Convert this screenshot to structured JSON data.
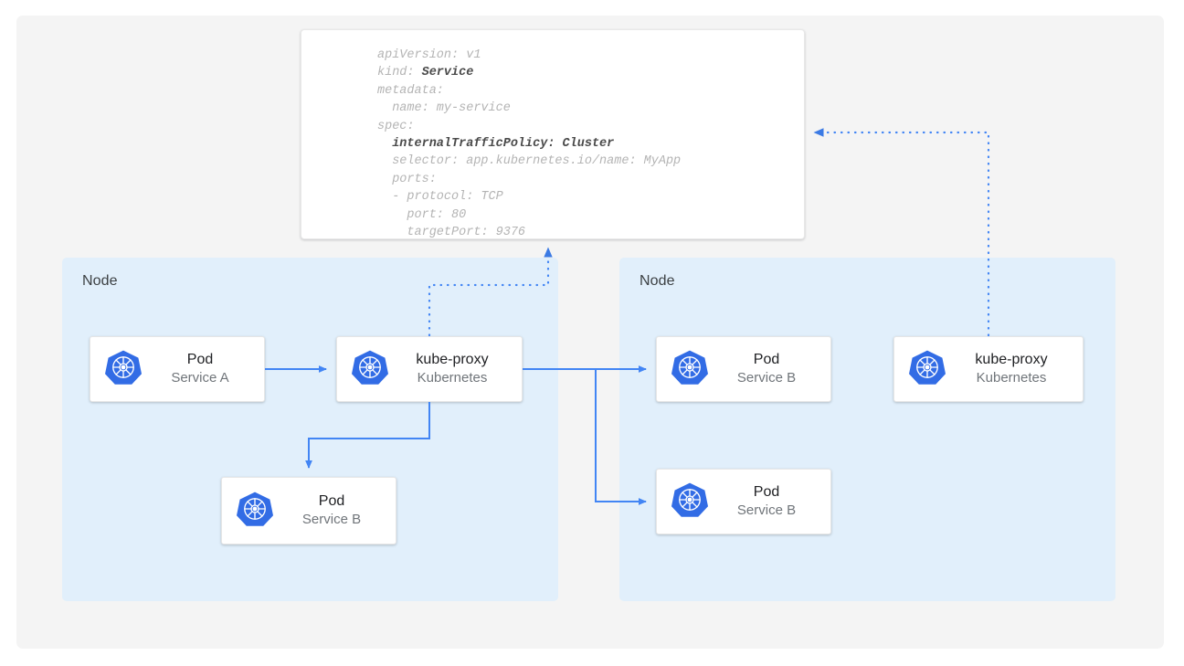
{
  "diagram": {
    "title": "Kubernetes Service internalTrafficPolicy Cluster diagram",
    "colors": {
      "page_background": "#ffffff",
      "panel_background": "#f4f4f4",
      "node_background": "#e1effb",
      "card_background": "#ffffff",
      "arrow_blue": "#4285f4",
      "k8s_logo_blue": "#326ce5",
      "title_text": "#202124",
      "subtitle_text": "#70757a",
      "code_text": "#b4b4b4",
      "code_bold_text": "#4a4a4a"
    }
  },
  "manifest": {
    "icon": "yaml-document",
    "lines": [
      {
        "text": "apiVersion: v1",
        "bold": false
      },
      {
        "text": "kind: ",
        "bold_suffix": "Service"
      },
      {
        "text": "metadata:",
        "bold": false
      },
      {
        "text": "  name: my-service",
        "bold": false
      },
      {
        "text": "spec:",
        "bold": false
      },
      {
        "text": "  internalTrafficPolicy: Cluster",
        "bold": true
      },
      {
        "text": "  selector: app.kubernetes.io/name: MyApp",
        "bold": false
      },
      {
        "text": "  ports:",
        "bold": false
      },
      {
        "text": "  - protocol: TCP",
        "bold": false
      },
      {
        "text": "    port: 80",
        "bold": false
      },
      {
        "text": "    targetPort: 9376",
        "bold": false
      }
    ],
    "plain_text": "apiVersion: v1\nkind: Service\nmetadata:\n  name: my-service\nspec:\n  internalTrafficPolicy: Cluster\n  selector: app.kubernetes.io/name: MyApp\n  ports:\n  - protocol: TCP\n    port: 80\n    targetPort: 9376"
  },
  "nodes": [
    {
      "label": "Node",
      "id": "node-left"
    },
    {
      "label": "Node",
      "id": "node-right"
    }
  ],
  "cards": [
    {
      "id": "pod-service-a",
      "title": "Pod",
      "subtitle": "Service A",
      "icon": "kubernetes-logo"
    },
    {
      "id": "kube-proxy-left",
      "title": "kube-proxy",
      "subtitle": "Kubernetes",
      "icon": "kubernetes-logo"
    },
    {
      "id": "pod-service-b-left",
      "title": "Pod",
      "subtitle": "Service B",
      "icon": "kubernetes-logo"
    },
    {
      "id": "pod-service-b-right-top",
      "title": "Pod",
      "subtitle": "Service B",
      "icon": "kubernetes-logo"
    },
    {
      "id": "pod-service-b-right-bottom",
      "title": "Pod",
      "subtitle": "Service B",
      "icon": "kubernetes-logo"
    },
    {
      "id": "kube-proxy-right",
      "title": "kube-proxy",
      "subtitle": "Kubernetes",
      "icon": "kubernetes-logo"
    }
  ],
  "connectors": [
    {
      "id": "pod-a-to-kube-proxy",
      "style": "solid",
      "from": "pod-service-a",
      "to": "kube-proxy-left"
    },
    {
      "id": "kube-proxy-to-pod-b-left",
      "style": "solid",
      "from": "kube-proxy-left",
      "to": "pod-service-b-left"
    },
    {
      "id": "kube-proxy-to-pod-b-right-top",
      "style": "solid",
      "from": "kube-proxy-left",
      "to": "pod-service-b-right-top"
    },
    {
      "id": "kube-proxy-to-pod-b-right-bottom",
      "style": "solid",
      "from": "kube-proxy-left",
      "to": "pod-service-b-right-bottom"
    },
    {
      "id": "kube-proxy-left-to-manifest",
      "style": "dotted",
      "from": "kube-proxy-left",
      "to": "manifest"
    },
    {
      "id": "kube-proxy-right-to-manifest",
      "style": "dotted",
      "from": "kube-proxy-right",
      "to": "manifest"
    }
  ]
}
